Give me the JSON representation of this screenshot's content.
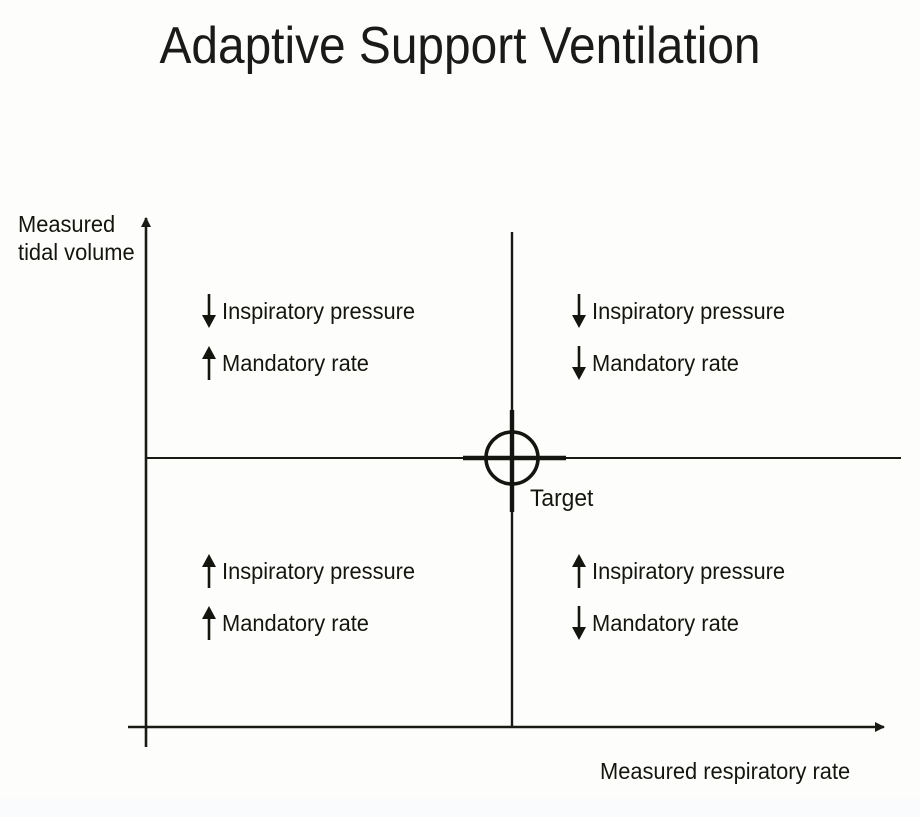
{
  "title": "Adaptive Support Ventilation",
  "chart_data": {
    "type": "diagram",
    "title": "Adaptive Support Ventilation",
    "xlabel": "Measured respiratory rate",
    "ylabel": "Measured tidal volume",
    "grid": false,
    "legend": "none",
    "target": {
      "label": "Target",
      "x_fraction": 0.5,
      "y_fraction": 0.5,
      "marker": "circle-crosshair"
    },
    "quadrants": [
      {
        "id": "top-left",
        "position": "high tidal volume, low respiratory rate",
        "rules": [
          {
            "direction": "down",
            "arrow": "↓",
            "label": "Inspiratory pressure"
          },
          {
            "direction": "up",
            "arrow": "↑",
            "label": "Mandatory rate"
          }
        ]
      },
      {
        "id": "top-right",
        "position": "high tidal volume, high respiratory rate",
        "rules": [
          {
            "direction": "down",
            "arrow": "↓",
            "label": "Inspiratory pressure"
          },
          {
            "direction": "down",
            "arrow": "↓",
            "label": "Mandatory rate"
          }
        ]
      },
      {
        "id": "bottom-left",
        "position": "low tidal volume, low respiratory rate",
        "rules": [
          {
            "direction": "up",
            "arrow": "↑",
            "label": "Inspiratory pressure"
          },
          {
            "direction": "up",
            "arrow": "↑",
            "label": "Mandatory rate"
          }
        ]
      },
      {
        "id": "bottom-right",
        "position": "low tidal volume, high respiratory rate",
        "rules": [
          {
            "direction": "up",
            "arrow": "↑",
            "label": "Inspiratory pressure"
          },
          {
            "direction": "down",
            "arrow": "↓",
            "label": "Mandatory rate"
          }
        ]
      }
    ],
    "colors": {
      "background": "#fdfdfc",
      "ink": "#15150f",
      "axis": "#1a1a14"
    }
  },
  "axes": {
    "y_label": "Measured\ntidal volume",
    "x_label": "Measured respiratory rate"
  },
  "target": {
    "label": "Target"
  },
  "quadrants": {
    "top_left": {
      "line1_arrow": "arrow-down",
      "line1_text": "Inspiratory pressure",
      "line2_arrow": "arrow-up",
      "line2_text": "Mandatory rate"
    },
    "top_right": {
      "line1_arrow": "arrow-down",
      "line1_text": "Inspiratory pressure",
      "line2_arrow": "arrow-down",
      "line2_text": "Mandatory rate"
    },
    "bottom_left": {
      "line1_arrow": "arrow-up",
      "line1_text": "Inspiratory pressure",
      "line2_arrow": "arrow-up",
      "line2_text": "Mandatory rate"
    },
    "bottom_right": {
      "line1_arrow": "arrow-up",
      "line1_text": "Inspiratory pressure",
      "line2_arrow": "arrow-down",
      "line2_text": "Mandatory rate"
    }
  }
}
